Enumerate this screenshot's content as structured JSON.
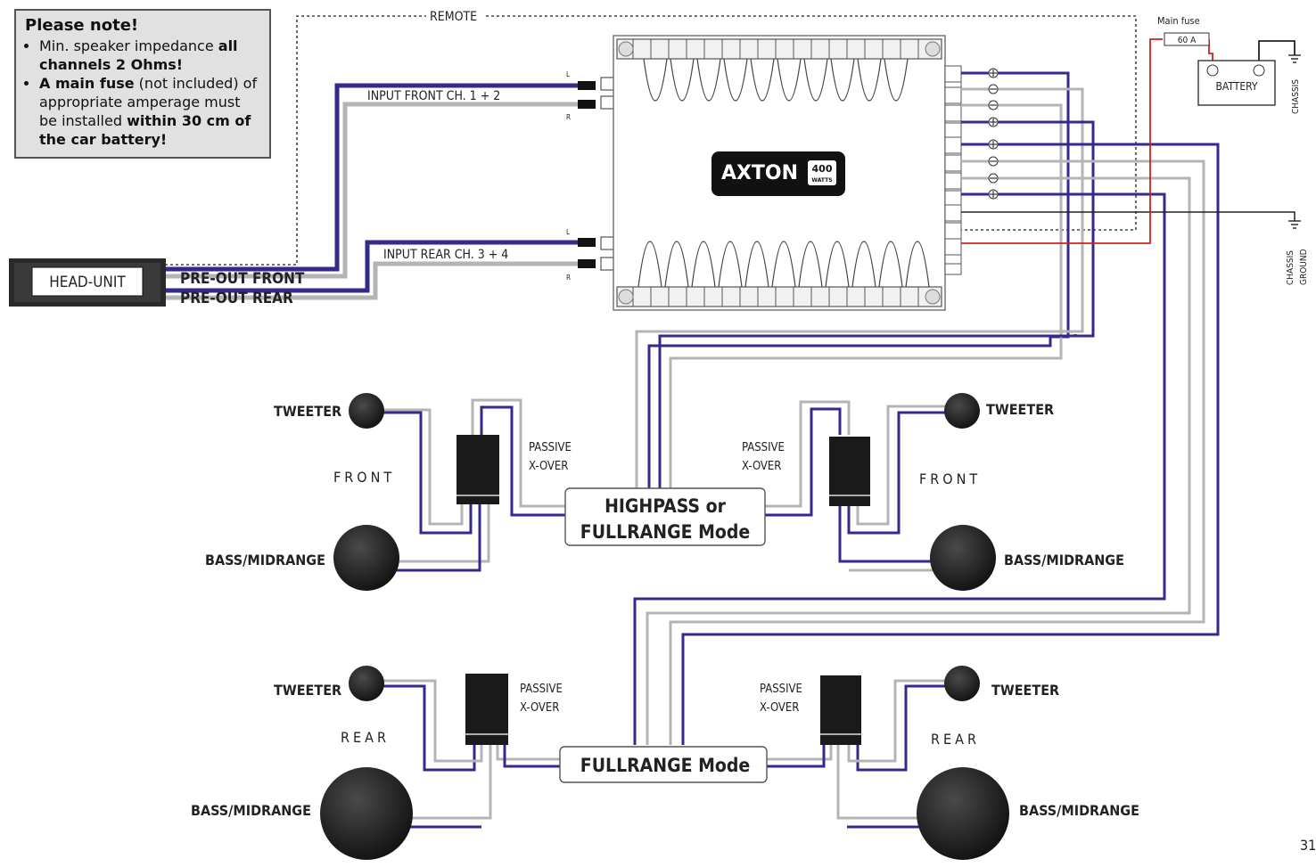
{
  "note": {
    "title": "Please note!",
    "item1_prefix": "Min. speaker impedance ",
    "item1_bold": "all channels 2 Ohms!",
    "item2_bold1": "A main fuse",
    "item2_text1": " (not included) of appropriate amperage must be installed ",
    "item2_bold2": "within 30 cm of the car battery!"
  },
  "labels": {
    "remote": "REMOTE",
    "input_front": "INPUT FRONT  CH. 1 + 2",
    "input_rear": "INPUT REAR  CH. 3 + 4",
    "head_unit": "HEAD-UNIT",
    "preout_front": "PRE-OUT FRONT",
    "preout_rear": "PRE-OUT REAR",
    "main_fuse": "Main fuse",
    "fuse_value": "60 A",
    "battery": "BATTERY",
    "chassis": "CHASSIS",
    "chassis_ground_1": "CHASSIS",
    "chassis_ground_2": "GROUND",
    "brand": "AXTON",
    "watts_num": "400",
    "watts_unit": "WATTS",
    "tweeter": "TWEETER",
    "bass_mid": "BASS/MIDRANGE",
    "front": "FRONT",
    "rear": "REAR",
    "passive": "PASSIVE",
    "xover": "X-OVER",
    "highpass_line1": "HIGHPASS or",
    "highpass_line2": "FULLRANGE Mode",
    "fullrange_mode": "FULLRANGE Mode",
    "page_number": "31",
    "rca_l": "L",
    "rca_r": "R"
  },
  "colors": {
    "blue_wire": "#332a8c",
    "gray_wire": "#b4b4b4",
    "red_wire": "#d42020",
    "speaker": "#1c1c1c"
  }
}
